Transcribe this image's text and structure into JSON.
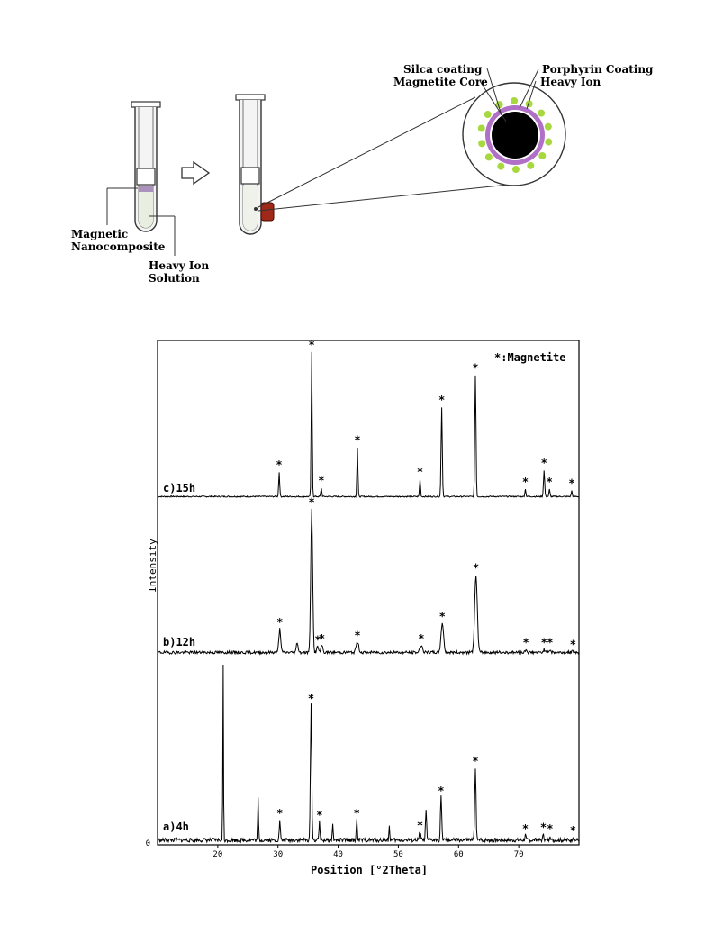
{
  "schematic": {
    "labels": {
      "magnetic_nanocomposite": "Magnetic\nNanocomposite",
      "heavy_ion_solution": "Heavy Ion\nSolution",
      "silica_coating": "Silca coating",
      "magnetite_core": "Magnetite Core",
      "porphyrin_coating": "Porphyrin Coating",
      "heavy_ion": "Heavy Ion"
    },
    "colors": {
      "porphyrin": "#b070c8",
      "heavy_ion": "#a8d840",
      "core": "#000000",
      "magnet": "#a02818",
      "solution": "#e8efe0"
    }
  },
  "chart_data": {
    "type": "line",
    "title": "",
    "xlabel": "Position [°2Theta]",
    "ylabel": "Intensity",
    "xlim": [
      10,
      80
    ],
    "x_ticks": [
      20,
      30,
      40,
      50,
      60,
      70
    ],
    "y_zero_label": "0",
    "legend": "*:Magnetite",
    "marker": "*",
    "series": [
      {
        "name": "c)15h",
        "peaks": [
          {
            "x": 30.2,
            "h": 0.17,
            "w": 0.12,
            "star": true
          },
          {
            "x": 35.6,
            "h": 1.0,
            "w": 0.12,
            "star": true
          },
          {
            "x": 37.2,
            "h": 0.06,
            "w": 0.12,
            "star": true
          },
          {
            "x": 43.2,
            "h": 0.34,
            "w": 0.12,
            "star": true
          },
          {
            "x": 53.6,
            "h": 0.12,
            "w": 0.12,
            "star": true
          },
          {
            "x": 57.2,
            "h": 0.62,
            "w": 0.14,
            "star": true
          },
          {
            "x": 62.8,
            "h": 0.84,
            "w": 0.14,
            "star": true
          },
          {
            "x": 71.1,
            "h": 0.05,
            "w": 0.12,
            "star": true
          },
          {
            "x": 74.2,
            "h": 0.18,
            "w": 0.14,
            "star": true
          },
          {
            "x": 75.1,
            "h": 0.05,
            "w": 0.12,
            "star": true
          },
          {
            "x": 78.8,
            "h": 0.04,
            "w": 0.12,
            "star": true
          }
        ]
      },
      {
        "name": "b)12h",
        "peaks": [
          {
            "x": 30.3,
            "h": 0.16,
            "w": 0.22,
            "star": true
          },
          {
            "x": 33.2,
            "h": 0.07,
            "w": 0.2,
            "star": false
          },
          {
            "x": 35.6,
            "h": 0.98,
            "w": 0.22,
            "star": true
          },
          {
            "x": 36.6,
            "h": 0.04,
            "w": 0.2,
            "star": true
          },
          {
            "x": 37.3,
            "h": 0.05,
            "w": 0.2,
            "star": true
          },
          {
            "x": 43.2,
            "h": 0.07,
            "w": 0.3,
            "star": true
          },
          {
            "x": 53.8,
            "h": 0.05,
            "w": 0.3,
            "star": true
          },
          {
            "x": 57.3,
            "h": 0.2,
            "w": 0.3,
            "star": true
          },
          {
            "x": 62.9,
            "h": 0.53,
            "w": 0.3,
            "star": true
          },
          {
            "x": 71.2,
            "h": 0.02,
            "w": 0.2,
            "star": true
          },
          {
            "x": 74.2,
            "h": 0.02,
            "w": 0.2,
            "star": true
          },
          {
            "x": 75.2,
            "h": 0.02,
            "w": 0.2,
            "star": true
          },
          {
            "x": 79.0,
            "h": 0.01,
            "w": 0.2,
            "star": true
          }
        ]
      },
      {
        "name": "a)4h",
        "peaks": [
          {
            "x": 20.9,
            "h": 1.0,
            "w": 0.08,
            "star": false
          },
          {
            "x": 26.7,
            "h": 0.24,
            "w": 0.1,
            "star": false
          },
          {
            "x": 30.3,
            "h": 0.12,
            "w": 0.12,
            "star": true
          },
          {
            "x": 35.5,
            "h": 0.78,
            "w": 0.15,
            "star": true
          },
          {
            "x": 36.9,
            "h": 0.11,
            "w": 0.12,
            "star": true
          },
          {
            "x": 39.1,
            "h": 0.1,
            "w": 0.1,
            "star": false
          },
          {
            "x": 43.1,
            "h": 0.12,
            "w": 0.12,
            "star": true
          },
          {
            "x": 48.5,
            "h": 0.08,
            "w": 0.1,
            "star": false
          },
          {
            "x": 53.6,
            "h": 0.05,
            "w": 0.15,
            "star": true
          },
          {
            "x": 54.6,
            "h": 0.18,
            "w": 0.12,
            "star": false
          },
          {
            "x": 57.1,
            "h": 0.25,
            "w": 0.15,
            "star": true
          },
          {
            "x": 62.8,
            "h": 0.42,
            "w": 0.15,
            "star": true
          },
          {
            "x": 71.1,
            "h": 0.03,
            "w": 0.12,
            "star": true
          },
          {
            "x": 74.1,
            "h": 0.04,
            "w": 0.12,
            "star": true
          },
          {
            "x": 75.2,
            "h": 0.03,
            "w": 0.12,
            "star": true
          },
          {
            "x": 79.0,
            "h": 0.02,
            "w": 0.12,
            "star": true
          }
        ]
      }
    ]
  }
}
